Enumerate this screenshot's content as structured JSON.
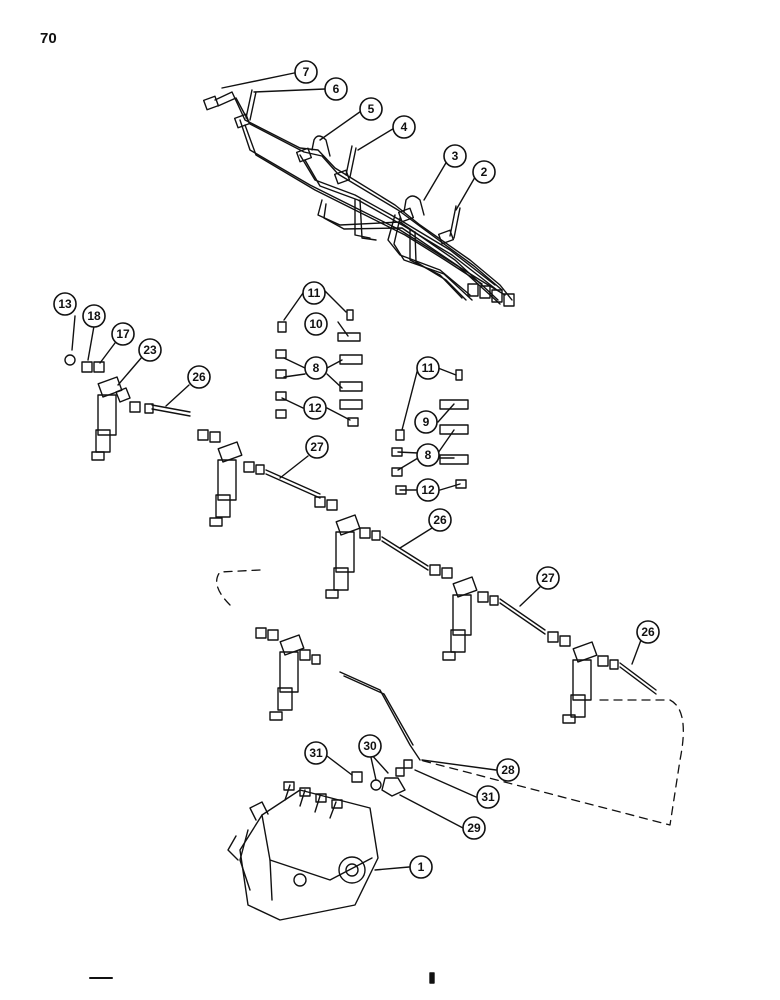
{
  "page": {
    "number": "70"
  },
  "callouts": [
    {
      "id": "c7",
      "label": "7"
    },
    {
      "id": "c6",
      "label": "6"
    },
    {
      "id": "c5",
      "label": "5"
    },
    {
      "id": "c4",
      "label": "4"
    },
    {
      "id": "c3",
      "label": "3"
    },
    {
      "id": "c2",
      "label": "2"
    },
    {
      "id": "c13",
      "label": "13"
    },
    {
      "id": "c18",
      "label": "18"
    },
    {
      "id": "c17",
      "label": "17"
    },
    {
      "id": "c23",
      "label": "23"
    },
    {
      "id": "c26a",
      "label": "26"
    },
    {
      "id": "c27a",
      "label": "27"
    },
    {
      "id": "c26b",
      "label": "26"
    },
    {
      "id": "c27b",
      "label": "27"
    },
    {
      "id": "c26c",
      "label": "26"
    },
    {
      "id": "c11a",
      "label": "11"
    },
    {
      "id": "c10",
      "label": "10"
    },
    {
      "id": "c8a",
      "label": "8"
    },
    {
      "id": "c12a",
      "label": "12"
    },
    {
      "id": "c11b",
      "label": "11"
    },
    {
      "id": "c9",
      "label": "9"
    },
    {
      "id": "c8b",
      "label": "8"
    },
    {
      "id": "c12b",
      "label": "12"
    },
    {
      "id": "c31a",
      "label": "31"
    },
    {
      "id": "c30",
      "label": "30"
    },
    {
      "id": "c28",
      "label": "28"
    },
    {
      "id": "c31b",
      "label": "31"
    },
    {
      "id": "c29",
      "label": "29"
    },
    {
      "id": "c1",
      "label": "1"
    }
  ],
  "colors": {
    "ink": "#111111",
    "paper": "#ffffff"
  }
}
